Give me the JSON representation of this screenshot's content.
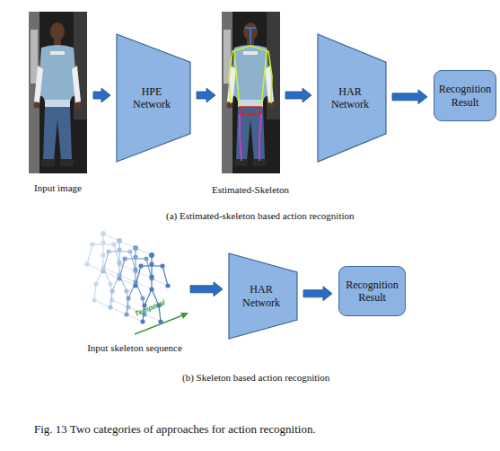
{
  "diagram": {
    "caption": "Fig. 13 Two categories of approaches for action recognition.",
    "nodes": [
      {
        "text": [
          "Input image"
        ]
      },
      {
        "text": [
          "HPE Network"
        ]
      },
      {
        "text": [
          "Estimated-Skeleton"
        ]
      },
      {
        "text": [
          "HAR Network"
        ]
      },
      {
        "text": [
          "Recognition Result"
        ]
      },
      {
        "text": [
          "Input skeleton sequence"
        ]
      },
      {
        "text": [
          "HAR Network"
        ]
      },
      {
        "text": [
          "Recognition Result"
        ]
      }
    ],
    "edges": [
      {
        "from": 0,
        "to": 1,
        "arrow": "to"
      },
      {
        "from": 1,
        "to": 2,
        "arrow": "to"
      },
      {
        "from": 2,
        "to": 3,
        "arrow": "to"
      },
      {
        "from": 3,
        "to": 4,
        "arrow": "to"
      },
      {
        "from": 5,
        "to": 6,
        "arrow": "to"
      },
      {
        "from": 6,
        "to": 7,
        "arrow": "to"
      }
    ],
    "labels": [
      "(a) Estimated-skeleton based action recognition",
      "Temporal",
      "(b) Skeleton based action recognition"
    ]
  }
}
